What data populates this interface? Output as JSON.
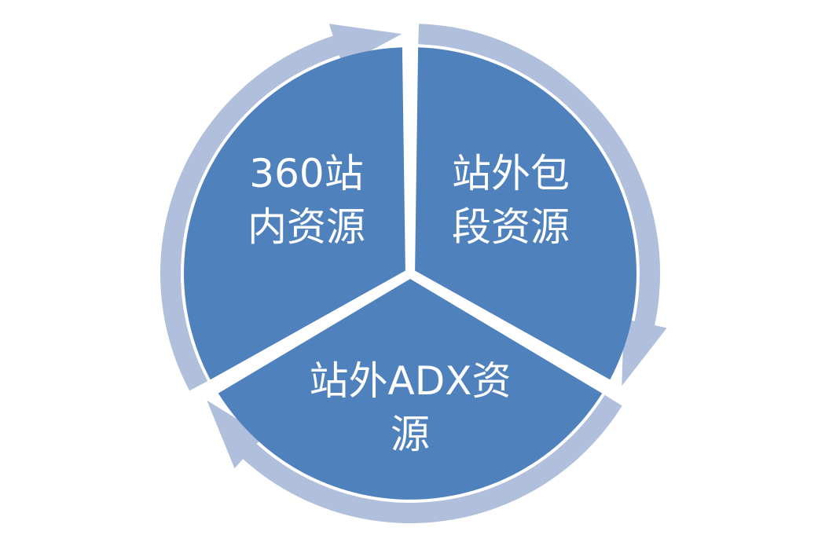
{
  "diagram": {
    "type": "cycle",
    "colors": {
      "segment_fill": "#4f81bd",
      "arrow_fill": "#b0bfdb",
      "text": "#ffffff",
      "background": "#ffffff"
    },
    "segments": [
      {
        "lines": [
          "360站",
          "内资源"
        ]
      },
      {
        "lines": [
          "站外包",
          "段资源"
        ]
      },
      {
        "lines": [
          "站外ADX资",
          "源"
        ]
      }
    ]
  }
}
